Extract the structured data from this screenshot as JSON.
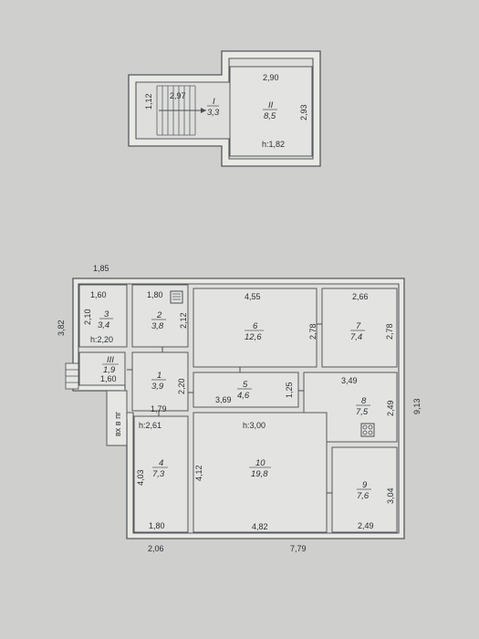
{
  "plan": {
    "upper": {
      "stair": {
        "width": "1,12",
        "length": "2,97"
      },
      "room_1": {
        "number": "I",
        "area": "3,3"
      },
      "room_2": {
        "number": "II",
        "area": "8,5",
        "width": "2,90",
        "depth": "2,93",
        "height": "h:1,82"
      }
    },
    "main": {
      "overall": {
        "width": "7,79",
        "depth": "9,13",
        "left_depth": "3,82",
        "top_left": "1,85"
      },
      "rooms": [
        {
          "number": "1",
          "area": "3,9",
          "dim": "2,20"
        },
        {
          "number": "2",
          "area": "3,8",
          "w": "1,80",
          "h": "2,12"
        },
        {
          "number": "3",
          "area": "3,4",
          "w": "1,60",
          "h": "2,10",
          "height": "h:2,20"
        },
        {
          "number": "4",
          "area": "7,3",
          "w": "1,80",
          "h": "4,03",
          "height": "h:2,61",
          "top_w": "1,79"
        },
        {
          "number": "5",
          "area": "4,6",
          "w": "3,69",
          "h": "1,25"
        },
        {
          "number": "6",
          "area": "12,6",
          "w": "4,55",
          "h": "2,78"
        },
        {
          "number": "7",
          "area": "7,4",
          "w": "2,66",
          "h": "2,78"
        },
        {
          "number": "8",
          "area": "7,5",
          "w": "3,49",
          "h": "2,49"
        },
        {
          "number": "9",
          "area": "7,6",
          "w": "2,49",
          "h": "3,04"
        },
        {
          "number": "10",
          "area": "19,8",
          "w": "4,82",
          "h": "4,12",
          "height": "h:3,00"
        }
      ],
      "porch": {
        "number": "III",
        "area": "1,9",
        "w": "1,60"
      },
      "bottom_left": "2,06",
      "note": "вх в пг"
    }
  }
}
